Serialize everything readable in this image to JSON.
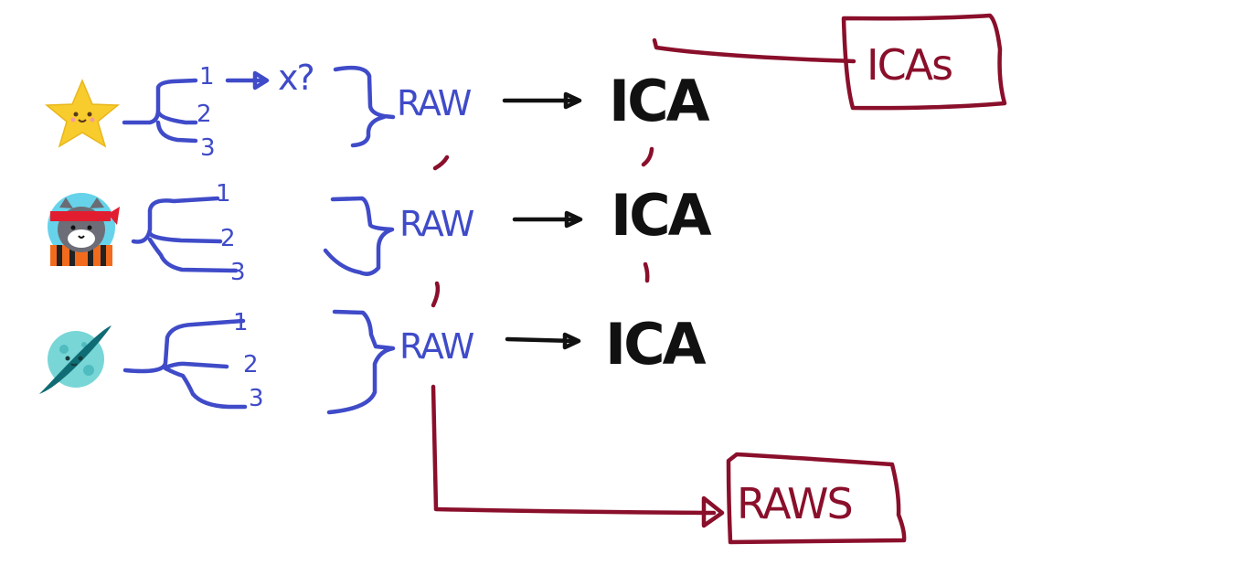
{
  "colors": {
    "blue": "#3f4bc8",
    "black": "#111111",
    "dark_red": "#8a0f2b",
    "star_yellow": "#f8cc2c",
    "planet_teal": "#78d6d7"
  },
  "subjects": [
    {
      "icon": "star-icon",
      "runs": [
        "1",
        "2",
        "3"
      ],
      "raw_label": "RAW",
      "ica_label": "ICA",
      "annotation": "x?"
    },
    {
      "icon": "ninja-cat-icon",
      "runs": [
        "1",
        "2",
        "3"
      ],
      "raw_label": "RAW",
      "ica_label": "ICA"
    },
    {
      "icon": "planet-icon",
      "runs": [
        "1",
        "2",
        "3"
      ],
      "raw_label": "RAW",
      "ica_label": "ICA"
    }
  ],
  "outputs": {
    "icas_box": "ICAs",
    "raws_box": "RAWS"
  }
}
